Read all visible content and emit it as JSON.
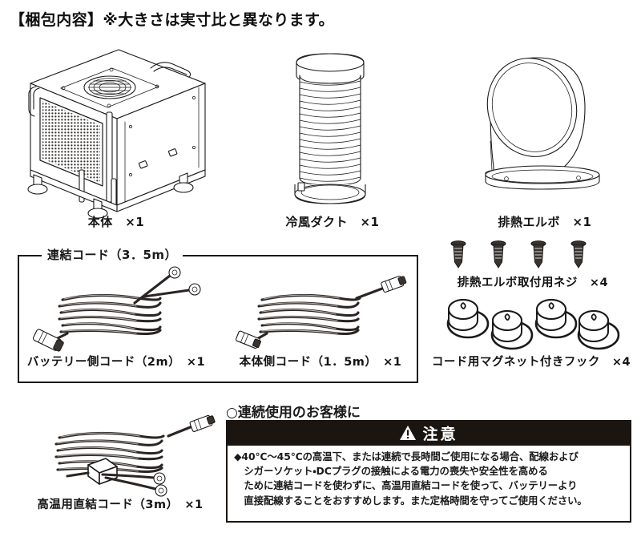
{
  "header": {
    "title": "【梱包内容】※大きさは実寸比と異なります。"
  },
  "items": [
    {
      "id": "main-unit",
      "label": "本体　×1",
      "icon": "cooler-unit-illustration"
    },
    {
      "id": "cold-air-duct",
      "label": "冷風ダクト　×1",
      "icon": "flexible-duct-illustration"
    },
    {
      "id": "exhaust-elbow",
      "label": "排熱エルボ　×1",
      "icon": "elbow-duct-illustration"
    },
    {
      "id": "battery-cord",
      "label": "バッテリー側コード（2m）　×1",
      "icon": "coiled-cord-illustration"
    },
    {
      "id": "unit-cord",
      "label": "本体側コード（1．5m）　×1",
      "icon": "coiled-cord-illustration"
    },
    {
      "id": "elbow-screws",
      "label": "排熱エルボ取付用ネジ　×4",
      "icon": "screw-illustration",
      "count": 4
    },
    {
      "id": "magnet-hooks",
      "label": "コード用マグネット付きフック　×4",
      "icon": "magnet-hook-illustration",
      "count": 4
    },
    {
      "id": "high-temp-cord",
      "label": "高温用直結コード（3m）　×1",
      "icon": "coiled-cord-fuse-illustration"
    }
  ],
  "cord_group": {
    "label": "連結コード（3．5m）"
  },
  "warning": {
    "heading": "○連続使用のお客様に",
    "bar_icon": "warning-triangle-icon",
    "bar_title": "注意",
    "body_lines": [
      "◆40℃〜45℃の高温下、または連続で長時間ご使用になる場合、配線および",
      "シガーソケット・DCプラグの接触による電力の喪失や安全性を高める",
      "ために連結コードを使わずに、高温用直結コードを使って、バッテリーより",
      "直接配線することをおすすめします。また定格時間を守ってご使用ください。"
    ]
  },
  "colors": {
    "ink": "#1a1a1a",
    "warning_bar_bg": "#1b1512",
    "warning_bar_text": "#ffffff",
    "paper": "#ffffff"
  }
}
